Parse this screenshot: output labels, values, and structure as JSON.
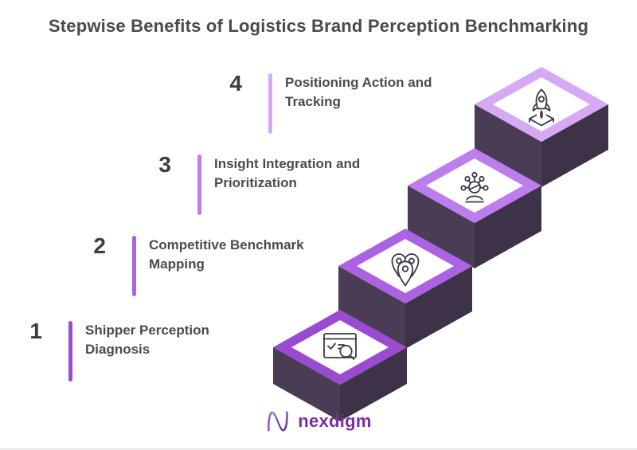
{
  "title": "Stepwise Benefits of Logistics Brand Perception Benchmarking",
  "steps": [
    {
      "number": "1",
      "label": "Shipper Perception\nDiagnosis",
      "accent_color": "#9B4BCF",
      "icon": "audit-checklist-search-icon"
    },
    {
      "number": "2",
      "label": "Competitive Benchmark\nMapping",
      "accent_color": "#AC63E3",
      "icon": "location-pins-cluster-icon"
    },
    {
      "number": "3",
      "label": "Insight Integration and\nPrioritization",
      "accent_color": "#BE7DEC",
      "icon": "person-insight-network-icon"
    },
    {
      "number": "4",
      "label": "Positioning Action and\nTracking",
      "accent_color": "#D5A9F4",
      "icon": "rocket-launch-icon"
    }
  ],
  "colors": {
    "title-text": "#4A4A4C",
    "step-number": "#3D3D3F",
    "step-label": "#4B4B4D",
    "stair-front": "#4A3C55",
    "stair-side": "#3E3249",
    "stair-top": "#FFFFFF",
    "icon-stroke": "#3E3745",
    "logo-text": "#7A2E9D",
    "logo-grad-start": "#A06AE4",
    "logo-grad-end": "#551F8F"
  },
  "logo": {
    "text": "nexdigm"
  }
}
